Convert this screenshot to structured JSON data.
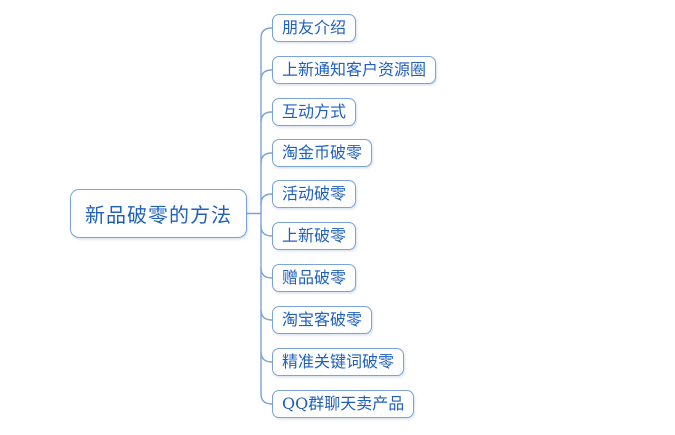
{
  "root": {
    "label": "新品破零的方法"
  },
  "branches": [
    {
      "label": "朋友介绍"
    },
    {
      "label": "上新通知客户资源圈"
    },
    {
      "label": "互动方式"
    },
    {
      "label": "淘金币破零"
    },
    {
      "label": "活动破零"
    },
    {
      "label": "上新破零"
    },
    {
      "label": "赠品破零"
    },
    {
      "label": "淘宝客破零"
    },
    {
      "label": "精准关键词破零"
    },
    {
      "label": "QQ群聊天卖产品"
    }
  ],
  "colors": {
    "node_text": "#1f60bd",
    "node_border": "#7ca3d9",
    "connector_line": "#7ca3d9",
    "background": "#ffffff"
  }
}
